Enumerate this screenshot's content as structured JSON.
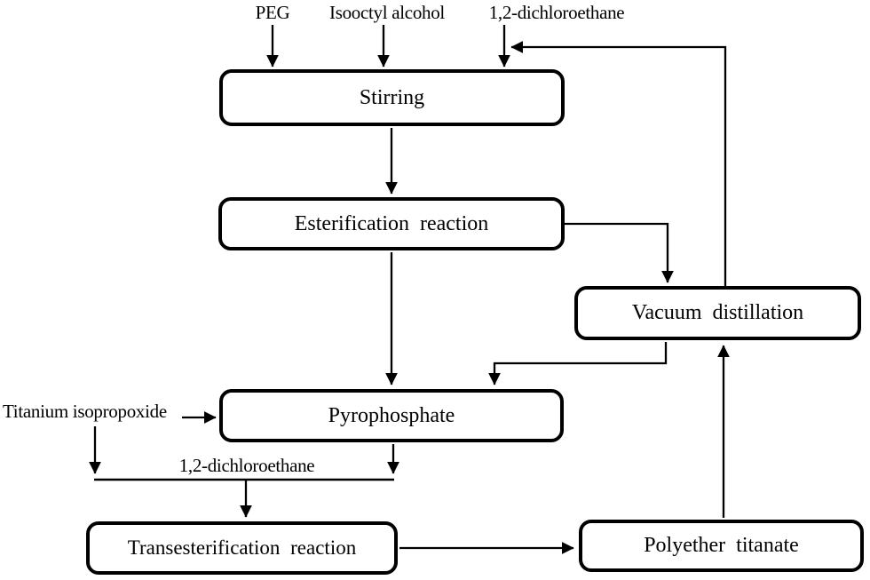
{
  "figure": {
    "background": "#ffffff",
    "line_color": "#000000",
    "box_border_color": "#000000",
    "box_fill_color": "#ffffff"
  },
  "nodes": {
    "stirring": {
      "label": "Stirring"
    },
    "esterification": {
      "label": "Esterification reaction"
    },
    "vacuum_distillation": {
      "label": "Vacuum distillation"
    },
    "pyrophosphate": {
      "label": "Pyrophosphate"
    },
    "transesterification": {
      "label": "Transesterification reaction"
    },
    "polyether_titanate": {
      "label": "Polyether titanate"
    }
  },
  "inputs": {
    "peg": {
      "label": "PEG"
    },
    "isooctyl_alcohol": {
      "label": "Isooctyl alcohol"
    },
    "dichloroethane_top": {
      "label": "1,2-dichloroethane"
    },
    "titanium_isopropoxide": {
      "label": "Titanium isopropoxide"
    },
    "dichloroethane_mid": {
      "label": "1,2-dichloroethane"
    }
  },
  "edges": [
    {
      "from": "PEG",
      "to": "Stirring"
    },
    {
      "from": "Isooctyl alcohol",
      "to": "Stirring"
    },
    {
      "from": "1,2-dichloroethane",
      "to": "Stirring"
    },
    {
      "from": "Stirring",
      "to": "Esterification reaction"
    },
    {
      "from": "Esterification reaction",
      "to": "Pyrophosphate"
    },
    {
      "from": "Esterification reaction",
      "to": "Vacuum distillation"
    },
    {
      "from": "Vacuum distillation",
      "to": "Pyrophosphate"
    },
    {
      "from": "Vacuum distillation",
      "to": "1,2-dichloroethane (recycle)"
    },
    {
      "from": "Titanium isopropoxide",
      "to": "Pyrophosphate"
    },
    {
      "from": "Titanium isopropoxide",
      "to": "1,2-dichloroethane manifold"
    },
    {
      "from": "Pyrophosphate",
      "to": "1,2-dichloroethane manifold"
    },
    {
      "from": "1,2-dichloroethane manifold",
      "to": "Transesterification reaction"
    },
    {
      "from": "Transesterification reaction",
      "to": "Polyether titanate"
    },
    {
      "from": "Polyether titanate",
      "to": "Vacuum distillation"
    }
  ]
}
